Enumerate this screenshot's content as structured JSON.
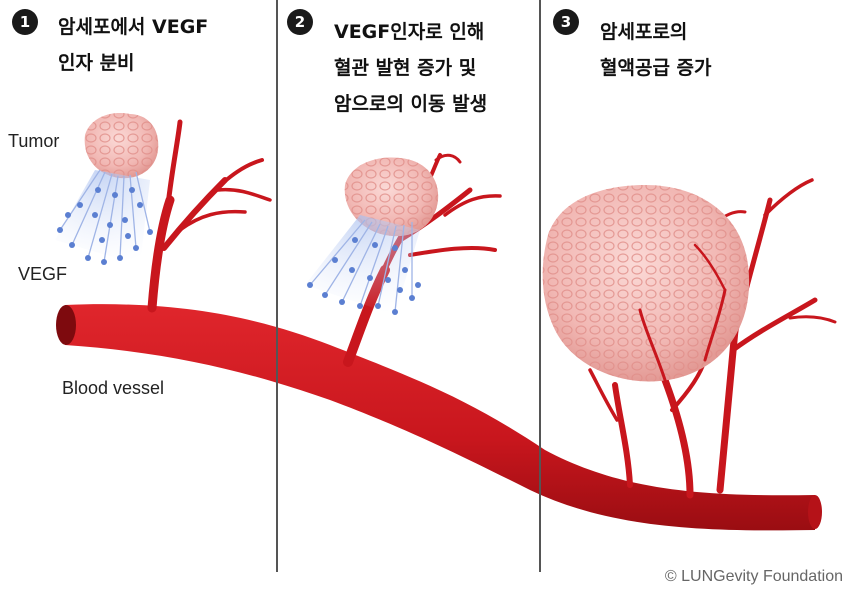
{
  "steps": [
    {
      "number": "1",
      "line1": "암세포에서 VEGF",
      "line2": "인자 분비",
      "line3": ""
    },
    {
      "number": "2",
      "line1": "VEGF인자로 인해",
      "line2": "혈관 발현 증가 및",
      "line3": "암으로의 이동 발생"
    },
    {
      "number": "3",
      "line1": "암세포로의",
      "line2": "혈액공급 증가",
      "line3": ""
    }
  ],
  "labels": {
    "tumor": "Tumor",
    "vegf": "VEGF",
    "blood_vessel": "Blood vessel"
  },
  "credit": "© LUNGevity Foundation",
  "colors": {
    "vessel": "#c8161d",
    "vessel_dark": "#8e0b10",
    "tumor": "#f1b7b3",
    "vegf_dot": "#5b7fd1",
    "divider": "#555555"
  }
}
